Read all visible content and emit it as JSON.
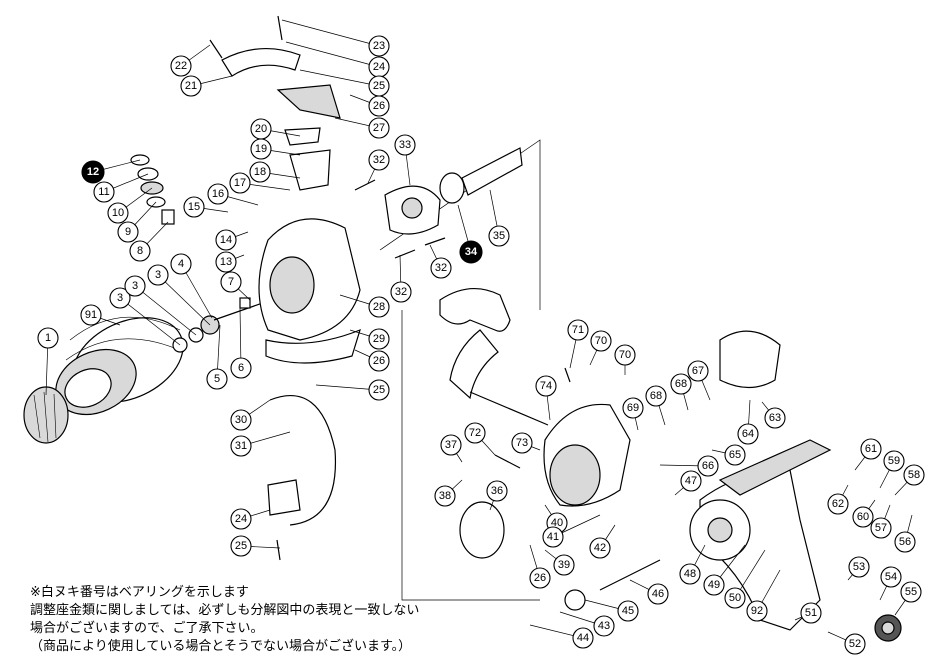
{
  "parts": [
    {
      "id": "1",
      "filled": false
    },
    {
      "id": "3",
      "filled": false
    },
    {
      "id": "3",
      "filled": false
    },
    {
      "id": "3",
      "filled": false
    },
    {
      "id": "4",
      "filled": false
    },
    {
      "id": "5",
      "filled": false
    },
    {
      "id": "6",
      "filled": false
    },
    {
      "id": "7",
      "filled": false
    },
    {
      "id": "8",
      "filled": false
    },
    {
      "id": "9",
      "filled": false
    },
    {
      "id": "10",
      "filled": false
    },
    {
      "id": "11",
      "filled": false
    },
    {
      "id": "12",
      "filled": true
    },
    {
      "id": "13",
      "filled": false
    },
    {
      "id": "14",
      "filled": false
    },
    {
      "id": "15",
      "filled": false
    },
    {
      "id": "16",
      "filled": false
    },
    {
      "id": "17",
      "filled": false
    },
    {
      "id": "18",
      "filled": false
    },
    {
      "id": "19",
      "filled": false
    },
    {
      "id": "20",
      "filled": false
    },
    {
      "id": "21",
      "filled": false
    },
    {
      "id": "22",
      "filled": false
    },
    {
      "id": "23",
      "filled": false
    },
    {
      "id": "24",
      "filled": false
    },
    {
      "id": "25",
      "filled": false
    },
    {
      "id": "26",
      "filled": false
    },
    {
      "id": "27",
      "filled": false
    },
    {
      "id": "28",
      "filled": false
    },
    {
      "id": "29",
      "filled": false
    },
    {
      "id": "26",
      "filled": false
    },
    {
      "id": "25",
      "filled": false
    },
    {
      "id": "30",
      "filled": false
    },
    {
      "id": "31",
      "filled": false
    },
    {
      "id": "24",
      "filled": false
    },
    {
      "id": "25",
      "filled": false
    },
    {
      "id": "32",
      "filled": false
    },
    {
      "id": "33",
      "filled": false
    },
    {
      "id": "34",
      "filled": true
    },
    {
      "id": "35",
      "filled": false
    },
    {
      "id": "32",
      "filled": false
    },
    {
      "id": "32",
      "filled": false
    },
    {
      "id": "91",
      "filled": false
    },
    {
      "id": "71",
      "filled": false
    },
    {
      "id": "70",
      "filled": false
    },
    {
      "id": "70",
      "filled": false
    },
    {
      "id": "67",
      "filled": false
    },
    {
      "id": "68",
      "filled": false
    },
    {
      "id": "68",
      "filled": false
    },
    {
      "id": "69",
      "filled": false
    },
    {
      "id": "74",
      "filled": false
    },
    {
      "id": "64",
      "filled": false
    },
    {
      "id": "63",
      "filled": false
    },
    {
      "id": "65",
      "filled": false
    },
    {
      "id": "66",
      "filled": false
    },
    {
      "id": "72",
      "filled": false
    },
    {
      "id": "73",
      "filled": false
    },
    {
      "id": "37",
      "filled": false
    },
    {
      "id": "38",
      "filled": false
    },
    {
      "id": "36",
      "filled": false
    },
    {
      "id": "47",
      "filled": false
    },
    {
      "id": "40",
      "filled": false
    },
    {
      "id": "41",
      "filled": false
    },
    {
      "id": "42",
      "filled": false
    },
    {
      "id": "26",
      "filled": false
    },
    {
      "id": "39",
      "filled": false
    },
    {
      "id": "46",
      "filled": false
    },
    {
      "id": "45",
      "filled": false
    },
    {
      "id": "43",
      "filled": false
    },
    {
      "id": "44",
      "filled": false
    },
    {
      "id": "48",
      "filled": false
    },
    {
      "id": "49",
      "filled": false
    },
    {
      "id": "50",
      "filled": false
    },
    {
      "id": "92",
      "filled": false
    },
    {
      "id": "61",
      "filled": false
    },
    {
      "id": "62",
      "filled": false
    },
    {
      "id": "59",
      "filled": false
    },
    {
      "id": "58",
      "filled": false
    },
    {
      "id": "60",
      "filled": false
    },
    {
      "id": "57",
      "filled": false
    },
    {
      "id": "56",
      "filled": false
    },
    {
      "id": "53",
      "filled": false
    },
    {
      "id": "54",
      "filled": false
    },
    {
      "id": "55",
      "filled": false
    },
    {
      "id": "51",
      "filled": false
    },
    {
      "id": "52",
      "filled": false
    }
  ],
  "notes": [
    "※白ヌキ番号はベアリングを示します",
    "調整座金類に関しましては、必ずしも分解図中の表現と一致しない",
    "場合がございますので、ご了承下さい。",
    "（商品により使用している場合とそうでない場合がございます。）"
  ]
}
